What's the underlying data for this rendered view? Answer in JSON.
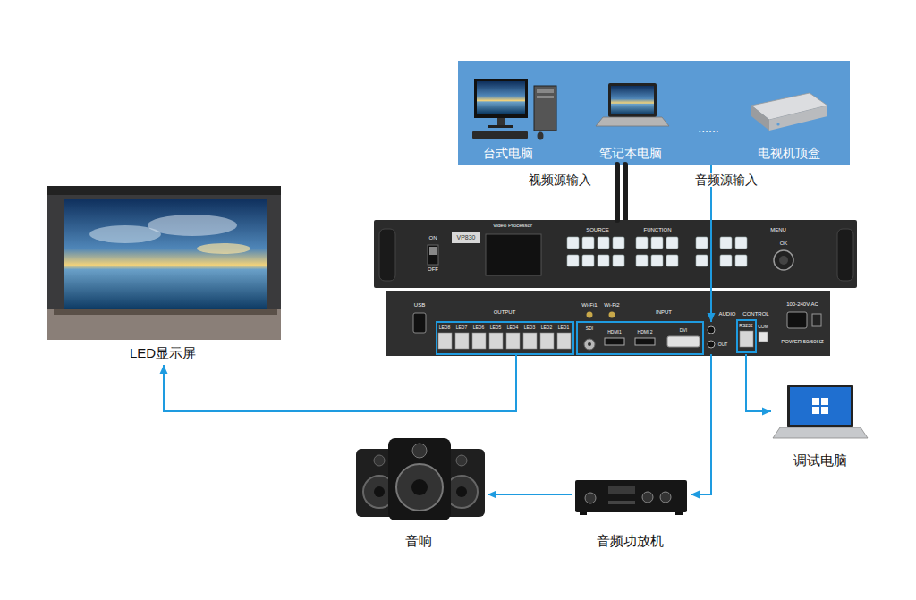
{
  "diagram": {
    "nodes": [
      {
        "text": [
          "......"
        ]
      },
      {
        "text": [
          "台式电脑"
        ],
        "in": 0
      },
      {
        "text": [
          "笔记本电脑"
        ],
        "in": 0
      },
      {
        "text": [
          "电视机顶盒"
        ],
        "in": 0
      },
      {
        "text": [
          "Video Processor",
          "VP830",
          "ON",
          "OFF",
          "SOURCE",
          "FUNCTION",
          "MENU",
          "OK"
        ]
      },
      {
        "text": [
          "USB",
          "Wi-Fi1",
          "Wi-Fi2",
          "100-240V AC",
          "POWER 50/60HZ"
        ]
      },
      {
        "text": [
          "OUTPUT",
          "LED8",
          "LED7",
          "LED6",
          "LED5",
          "LED4",
          "LED3",
          "LED2",
          "LED1"
        ],
        "in": 5
      },
      {
        "text": [
          "INPUT",
          "SDI",
          "HDMI1",
          "HDMI 2",
          "DVI"
        ],
        "in": 5
      },
      {
        "text": [
          "AUDIO",
          "OUT"
        ],
        "in": 5
      },
      {
        "text": [
          "CONTROL",
          "RS232",
          "COM"
        ],
        "in": 5
      },
      {
        "text": [
          "LED显示屏"
        ]
      },
      {
        "text": [
          "调试电脑"
        ]
      },
      {
        "text": [
          "音响"
        ]
      },
      {
        "text": [
          "音频功放机"
        ]
      }
    ],
    "edges": [
      {
        "from": 0,
        "to": 4,
        "arrow": "none",
        "label": "视频源输入"
      },
      {
        "from": 0,
        "to": 8,
        "arrow": "to",
        "label": "音频源输入"
      },
      {
        "from": 6,
        "to": 10,
        "arrow": "to"
      },
      {
        "from": 9,
        "to": 11,
        "arrow": "to"
      },
      {
        "from": 8,
        "to": 13,
        "arrow": "to"
      },
      {
        "from": 13,
        "to": 12,
        "arrow": "to"
      }
    ]
  }
}
